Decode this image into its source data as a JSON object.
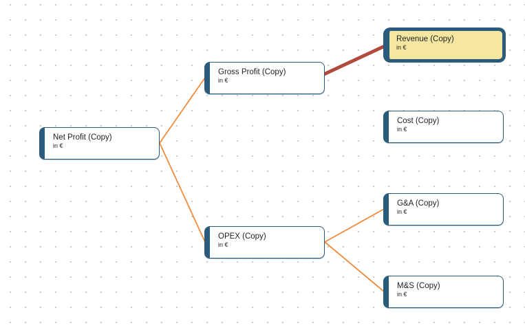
{
  "canvas": {
    "description": "driver-tree diagram canvas with dotted grid",
    "background_color": "#ffffff",
    "dot_color": "#c8c8c8"
  },
  "colors": {
    "node_border": "#2a5a7c",
    "node_fill": "#ffffff",
    "selected_fill": "#f5e7a0",
    "connector": "#f08b3c",
    "highlight_connector": "#b04a3b",
    "text_color": "#1f1f1f"
  },
  "nodes": [
    {
      "id": "net-profit",
      "title": "Net Profit (Copy)",
      "subtitle": "in €",
      "selected": false
    },
    {
      "id": "gross-profit",
      "title": "Gross Profit (Copy)",
      "subtitle": "in €",
      "selected": false
    },
    {
      "id": "opex",
      "title": "OPEX (Copy)",
      "subtitle": "in €",
      "selected": false
    },
    {
      "id": "revenue",
      "title": "Revenue (Copy)",
      "subtitle": "in €",
      "selected": true
    },
    {
      "id": "cost",
      "title": "Cost (Copy)",
      "subtitle": "in €",
      "selected": false
    },
    {
      "id": "ga",
      "title": "G&A (Copy)",
      "subtitle": "in €",
      "selected": false
    },
    {
      "id": "ms",
      "title": "M&S (Copy)",
      "subtitle": "in €",
      "selected": false
    }
  ],
  "edges": [
    {
      "from": "net-profit",
      "to": "gross-profit",
      "style": "normal"
    },
    {
      "from": "net-profit",
      "to": "opex",
      "style": "normal"
    },
    {
      "from": "gross-profit",
      "to": "revenue",
      "style": "highlight"
    },
    {
      "from": "opex",
      "to": "ga",
      "style": "normal"
    },
    {
      "from": "opex",
      "to": "ms",
      "style": "normal"
    }
  ]
}
